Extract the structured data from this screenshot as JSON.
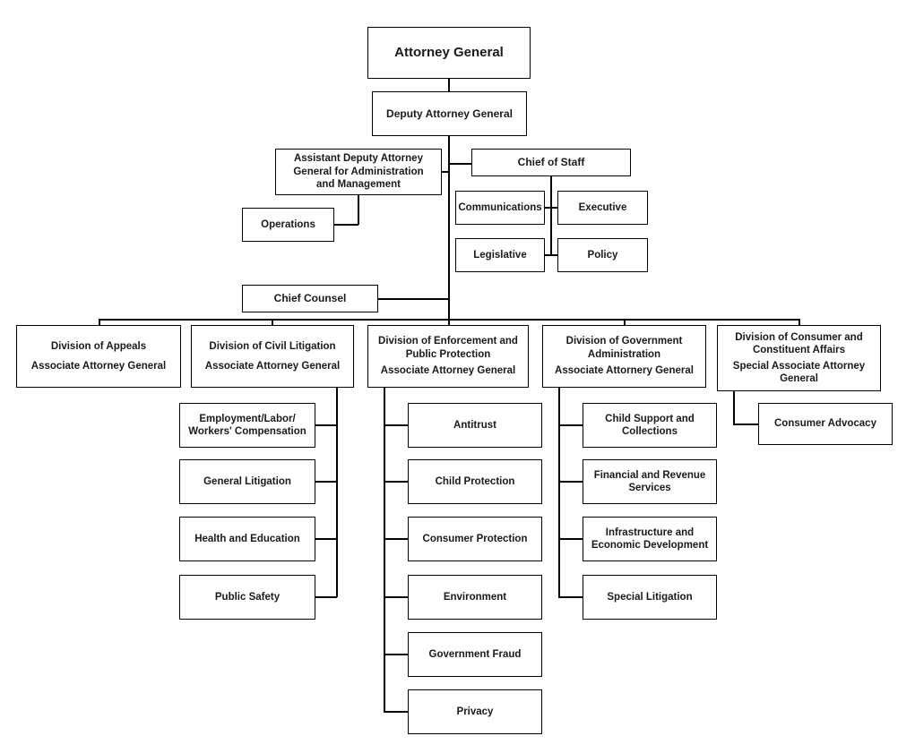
{
  "page": {
    "background_color": "#ffffff",
    "line_color": "#000000",
    "text_color": "#1a1a1a"
  },
  "org_chart": {
    "nodes": {
      "attorney_general": {
        "label": "Attorney General"
      },
      "deputy_attorney_general": {
        "label": "Deputy Attorney General"
      },
      "assistant_deputy_ag": {
        "label": "Assistant Deputy Attorney\nGeneral for Administration\nand Management"
      },
      "chief_of_staff": {
        "label": "Chief of Staff"
      },
      "communications": {
        "label": "Communications"
      },
      "executive": {
        "label": "Executive"
      },
      "legislative": {
        "label": "Legislative"
      },
      "policy": {
        "label": "Policy"
      },
      "operations": {
        "label": "Operations"
      },
      "chief_counsel": {
        "label": "Chief Counsel"
      },
      "division_appeals": {
        "title": "Division of Appeals",
        "subtitle": "Associate Attorney General"
      },
      "division_civil_litigation": {
        "title": "Division of Civil Litigation",
        "subtitle": "Associate Attorney General"
      },
      "division_enforcement": {
        "title": "Division of Enforcement and\nPublic Protection",
        "subtitle": "Associate Attorney General"
      },
      "division_government_administration": {
        "title": "Division of Government\nAdministration",
        "subtitle": "Associate Attornery General"
      },
      "division_consumer_constituent": {
        "title": "Division of Consumer and\nConstituent Affairs",
        "subtitle": "Special Associate Attorney\nGeneral"
      },
      "employment_labor_workers_comp": {
        "label": "Employment/Labor/\nWorkers' Compensation"
      },
      "general_litigation": {
        "label": "General Litigation"
      },
      "health_and_education": {
        "label": "Health and Education"
      },
      "public_safety": {
        "label": "Public Safety"
      },
      "antitrust": {
        "label": "Antitrust"
      },
      "child_protection": {
        "label": "Child Protection"
      },
      "consumer_protection": {
        "label": "Consumer Protection"
      },
      "environment": {
        "label": "Environment"
      },
      "government_fraud": {
        "label": "Government Fraud"
      },
      "privacy": {
        "label": "Privacy"
      },
      "child_support_collections": {
        "label": "Child Support and\nCollections"
      },
      "financial_revenue_services": {
        "label": "Financial and Revenue\nServices"
      },
      "infrastructure_economic_dev": {
        "label": "Infrastructure and\nEconomic Development"
      },
      "special_litigation": {
        "label": "Special Litigation"
      },
      "consumer_advocacy": {
        "label": "Consumer Advocacy"
      }
    },
    "edges": [
      {
        "from": "attorney_general",
        "to": "deputy_attorney_general"
      },
      {
        "from": "deputy_attorney_general",
        "to": "assistant_deputy_ag"
      },
      {
        "from": "deputy_attorney_general",
        "to": "chief_of_staff"
      },
      {
        "from": "deputy_attorney_general",
        "to": "chief_counsel"
      },
      {
        "from": "assistant_deputy_ag",
        "to": "operations"
      },
      {
        "from": "chief_of_staff",
        "to": "communications"
      },
      {
        "from": "chief_of_staff",
        "to": "executive"
      },
      {
        "from": "chief_of_staff",
        "to": "legislative"
      },
      {
        "from": "chief_of_staff",
        "to": "policy"
      },
      {
        "from": "deputy_attorney_general",
        "to": "division_appeals"
      },
      {
        "from": "deputy_attorney_general",
        "to": "division_civil_litigation"
      },
      {
        "from": "deputy_attorney_general",
        "to": "division_enforcement"
      },
      {
        "from": "deputy_attorney_general",
        "to": "division_government_administration"
      },
      {
        "from": "deputy_attorney_general",
        "to": "division_consumer_constituent"
      },
      {
        "from": "division_civil_litigation",
        "to": "employment_labor_workers_comp"
      },
      {
        "from": "division_civil_litigation",
        "to": "general_litigation"
      },
      {
        "from": "division_civil_litigation",
        "to": "health_and_education"
      },
      {
        "from": "division_civil_litigation",
        "to": "public_safety"
      },
      {
        "from": "division_enforcement",
        "to": "antitrust"
      },
      {
        "from": "division_enforcement",
        "to": "child_protection"
      },
      {
        "from": "division_enforcement",
        "to": "consumer_protection"
      },
      {
        "from": "division_enforcement",
        "to": "environment"
      },
      {
        "from": "division_enforcement",
        "to": "government_fraud"
      },
      {
        "from": "division_enforcement",
        "to": "privacy"
      },
      {
        "from": "division_government_administration",
        "to": "child_support_collections"
      },
      {
        "from": "division_government_administration",
        "to": "financial_revenue_services"
      },
      {
        "from": "division_government_administration",
        "to": "infrastructure_economic_dev"
      },
      {
        "from": "division_government_administration",
        "to": "special_litigation"
      },
      {
        "from": "division_consumer_constituent",
        "to": "consumer_advocacy"
      }
    ]
  }
}
